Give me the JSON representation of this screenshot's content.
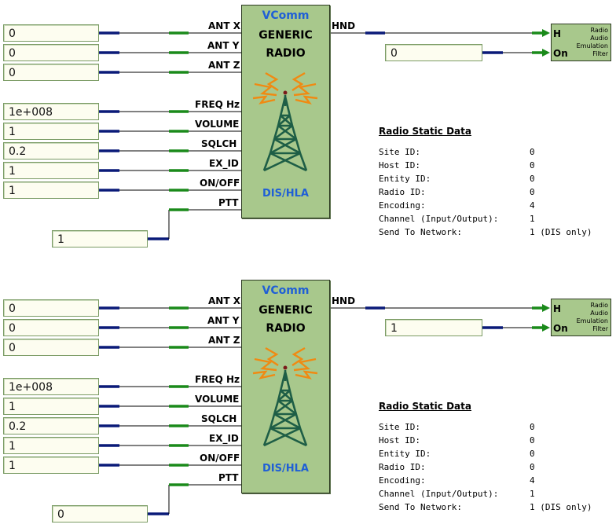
{
  "radios": [
    {
      "inputs": {
        "ant_x": "0",
        "ant_y": "0",
        "ant_z": "0",
        "freq": "1e+008",
        "volume": "1",
        "sqlch": "0.2",
        "ex_id": "1",
        "on_off": "1",
        "ptt": "1"
      },
      "filter_on": "0"
    },
    {
      "inputs": {
        "ant_x": "0",
        "ant_y": "0",
        "ant_z": "0",
        "freq": "1e+008",
        "volume": "1",
        "sqlch": "0.2",
        "ex_id": "1",
        "on_off": "1",
        "ptt": "0"
      },
      "filter_on": "1"
    }
  ],
  "radio_block": {
    "brand": "VComm",
    "title_line1": "GENERIC",
    "title_line2": "RADIO",
    "protocol": "DIS/HLA",
    "ports": {
      "ant_x": "ANT X",
      "ant_y": "ANT Y",
      "ant_z": "ANT Z",
      "freq": "FREQ Hz",
      "volume": "VOLUME",
      "sqlch": "SQLCH",
      "ex_id": "EX_ID",
      "on_off": "ON/OFF",
      "ptt": "PTT",
      "hnd": "HND"
    }
  },
  "filter_block": {
    "port_h": "H",
    "port_on": "On",
    "label_lines": [
      "Radio",
      "Audio",
      "Emulation",
      "Filter"
    ]
  },
  "static_data": {
    "title": "Radio Static Data",
    "rows": [
      {
        "label": "Site ID:",
        "value": "0"
      },
      {
        "label": "Host ID:",
        "value": "0"
      },
      {
        "label": "Entity ID:",
        "value": "0"
      },
      {
        "label": "Radio ID:",
        "value": "0"
      },
      {
        "label": "Encoding:",
        "value": "4"
      },
      {
        "label": "Channel (Input/Output):",
        "value": "1"
      },
      {
        "label": "Send To Network:",
        "value": "1 (DIS only)"
      }
    ]
  },
  "colors": {
    "block_fill": "#a8c88c",
    "input_wire": "#0a1a78",
    "port_stub": "#1a8a1a",
    "tower": "#1e5e46",
    "waves": "#f08a12",
    "accent_text": "#1f5fd6"
  },
  "icons": {
    "tower": "radio-tower-icon",
    "arrow": "signal-arrow-icon"
  }
}
